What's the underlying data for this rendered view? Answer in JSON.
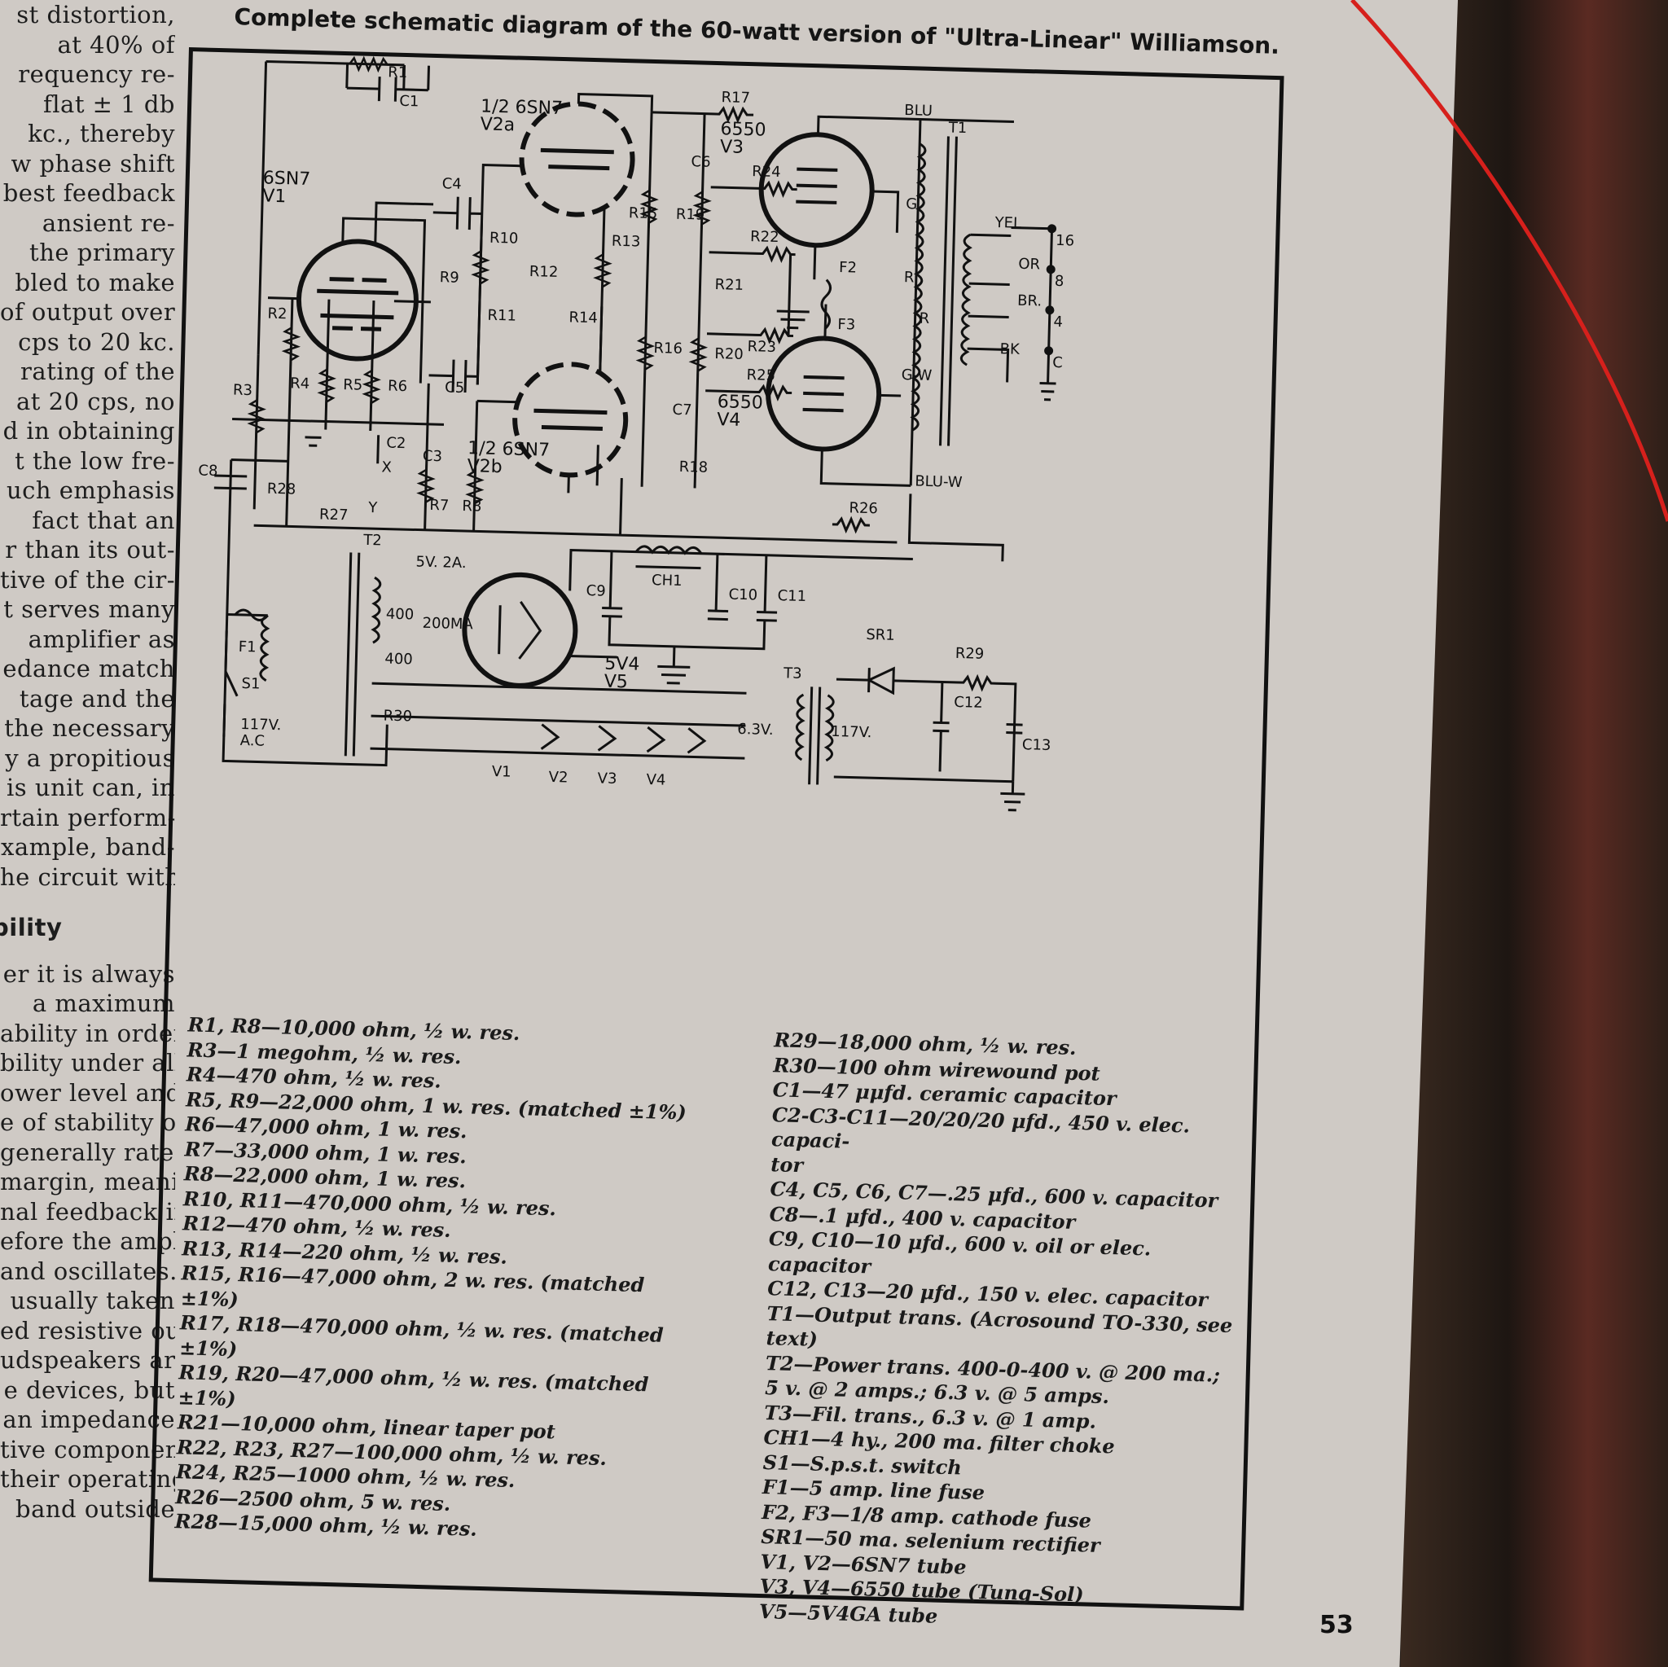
{
  "caption": "Complete schematic diagram of the 60-watt version of \"Ultra-Linear\" Williamson.",
  "page_number": "53",
  "left_column": {
    "lines_top": [
      "st distortion,",
      "at 40% of",
      "requency re-",
      "flat ± 1 db",
      "kc., thereby",
      "w phase shift",
      "best feedback",
      "ansient re-",
      "the primary",
      "bled to make",
      "of output over",
      "cps to 20 kc.",
      "rating of the",
      "at 20 cps, no",
      "d in obtaining",
      "t the low fre-",
      "uch emphasis",
      "fact that an",
      "r than its out-",
      "tive of the cir-",
      "t serves many",
      "amplifier as",
      "edance match",
      "tage and the",
      "the necessary",
      "y a propitious",
      "is unit can, in",
      "rtain perform-",
      "xample, band-",
      "he circuit with"
    ],
    "heading": "bility",
    "lines_bottom": [
      "er it is always",
      "a maximum",
      "ability in order",
      "bility under all",
      "ower level and",
      "e of stability of",
      "generally rated",
      "margin, meaning",
      "nal feedback in",
      "efore the ampli-",
      "and oscillates.",
      "usually taken",
      "ed resistive out-",
      "udspeakers are",
      "e devices, but",
      "an impedance",
      "tive component",
      "their operating",
      "band outside"
    ]
  },
  "schematic": {
    "tubes": {
      "v1": [
        "6SN7",
        "V1"
      ],
      "v2a": [
        "1/2 6SN7",
        "V2a"
      ],
      "v2b": [
        "1/2 6SN7",
        "V2b"
      ],
      "v3": [
        "6550",
        "V3"
      ],
      "v4": [
        "6550",
        "V4"
      ],
      "v5": [
        "5V4",
        "V5"
      ]
    },
    "labels": {
      "R1": "R1",
      "C1": "C1",
      "R17": "R17",
      "C6": "C6",
      "R24": "R24",
      "C4": "C4",
      "R15": "R15",
      "R19": "R19",
      "R10": "R10",
      "R13": "R13",
      "R9": "R9",
      "R12": "R12",
      "R22": "R22",
      "R21": "R21",
      "R23": "R23",
      "R11": "R11",
      "R14": "R14",
      "R2": "R2",
      "R3": "R3",
      "R4": "R4",
      "R5": "R5",
      "R6": "R6",
      "C5": "C5",
      "R16": "R16",
      "R20": "R20",
      "R25": "R25",
      "C7": "C7",
      "C2": "C2",
      "C3": "C3",
      "R18": "R18",
      "C8": "C8",
      "R28": "R28",
      "R7": "R7",
      "R8": "R8",
      "R27": "R27",
      "R26": "R26",
      "T2": "T2",
      "T1": "T1",
      "F2": "F2",
      "F3": "F3",
      "F1": "F1",
      "S1": "S1",
      "CH1": "CH1",
      "C9": "C9",
      "C10": "C10",
      "C11": "C11",
      "SR1": "SR1",
      "R29": "R29",
      "T3": "T3",
      "C12": "C12",
      "C13": "C13",
      "R30": "R30",
      "X": "X",
      "Y": "Y",
      "BLU": "BLU",
      "YEL": "YEL",
      "OR": "OR",
      "BR": "BR.",
      "BK": "BK",
      "G": "G",
      "R_a": "R",
      "R_b": "R",
      "GW": "G-W",
      "BLUW": "BLU-W",
      "t16": "16",
      "t8": "8",
      "t4": "4",
      "tC": "C",
      "v5_2a": "5V. 2A.",
      "ma200": "200MA",
      "n400a": "400",
      "n400b": "400",
      "fil63": "6.3V.",
      "ac117": "117V.",
      "ac117b": "117V.\nA.C",
      "hV1": "V1",
      "hV2": "V2",
      "hV3": "V3",
      "hV4": "V4"
    }
  },
  "parts_left": [
    "R1, R8—10,000 ohm, ½ w. res.",
    "R3—1 megohm, ½ w. res.",
    "R4—470 ohm, ½ w. res.",
    "R5, R9—22,000 ohm, 1 w. res. (matched ±1%)",
    "R6—47,000 ohm, 1 w. res.",
    "R7—33,000 ohm, 1 w. res.",
    "R8—22,000 ohm, 1 w. res.",
    "R10, R11—470,000 ohm, ½ w. res.",
    "R12—470 ohm, ½ w. res.",
    "R13, R14—220 ohm, ½ w. res.",
    "R15, R16—47,000 ohm, 2 w. res. (matched",
    "  ±1%)",
    "R17, R18—470,000 ohm, ½ w. res. (matched",
    "  ±1%)",
    "R19, R20—47,000 ohm, ½ w. res. (matched",
    "  ±1%)",
    "R21—10,000 ohm, linear taper pot",
    "R22, R23, R27—100,000 ohm, ½ w. res.",
    "R24, R25—1000 ohm, ½ w. res.",
    "R26—2500 ohm, 5 w. res.",
    "R28—15,000 ohm, ½ w. res."
  ],
  "parts_right": [
    "R29—18,000 ohm, ½ w. res.",
    "R30—100 ohm wirewound pot",
    "C1—47 μμfd. ceramic capacitor",
    "C2-C3-C11—20/20/20 μfd., 450 v. elec. capaci-",
    "  tor",
    "C4, C5, C6, C7—.25 μfd., 600 v. capacitor",
    "C8—.1 μfd., 400 v. capacitor",
    "C9, C10—10 μfd., 600 v. oil or elec. capacitor",
    "C12, C13—20 μfd., 150 v. elec. capacitor",
    "T1—Output trans. (Acrosound TO-330, see",
    "  text)",
    "T2—Power trans. 400-0-400 v. @ 200 ma.;",
    "  5 v. @ 2 amps.; 6.3 v. @ 5 amps.",
    "T3—Fil. trans., 6.3 v. @ 1 amp.",
    "CH1—4 hy., 200 ma. filter choke",
    "S1—S.p.s.t. switch",
    "F1—5 amp. line fuse",
    "F2, F3—1/8 amp. cathode fuse",
    "SR1—50 ma. selenium rectifier",
    "V1, V2—6SN7 tube",
    "V3, V4—6550 tube (Tung-Sol)",
    "V5—5V4GA tube"
  ],
  "colors": {
    "paper": "#cfcac5",
    "ink": "#111111",
    "wire": "#d6201c"
  }
}
